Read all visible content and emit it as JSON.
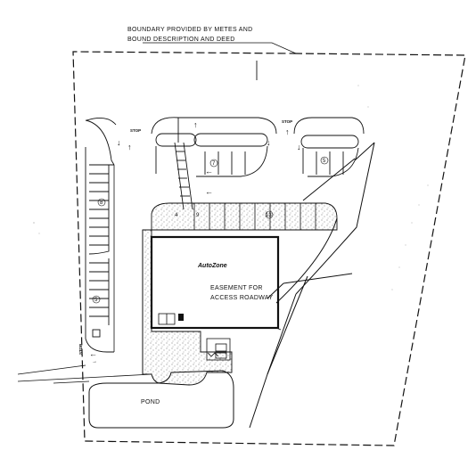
{
  "notes": {
    "boundary_line1": "BOUNDARY PROVIDED BY METES AND",
    "boundary_line2": "BOUND DESCRIPTION AND DEED",
    "easement_line1": "EASEMENT FOR",
    "easement_line2": "ACCESS ROADWAY",
    "pond": "POND"
  },
  "building": {
    "logo": "AutoZone"
  },
  "signs": {
    "stop_1": "STOP",
    "stop_2": "STOP",
    "stop_3": "STOP"
  },
  "stall_counts": {
    "west_upper": "8",
    "west_lower": "5",
    "north_middle": "7",
    "north_right": "5",
    "front_1": "4",
    "front_2": "9",
    "front_3": "13"
  },
  "colors": {
    "ink": "#111111",
    "paper": "#ffffff",
    "stipple": "#555555"
  }
}
